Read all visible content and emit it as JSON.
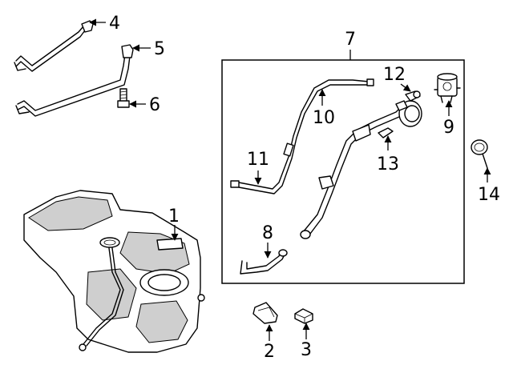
{
  "callouts": {
    "c1": "1",
    "c2": "2",
    "c3": "3",
    "c4": "4",
    "c5": "5",
    "c6": "6",
    "c7": "7",
    "c8": "8",
    "c9": "9",
    "c10": "10",
    "c11": "11",
    "c12": "12",
    "c13": "13",
    "c14": "14"
  },
  "colors": {
    "line": "#000000",
    "background": "#ffffff",
    "shade": "#cfcfcf"
  }
}
